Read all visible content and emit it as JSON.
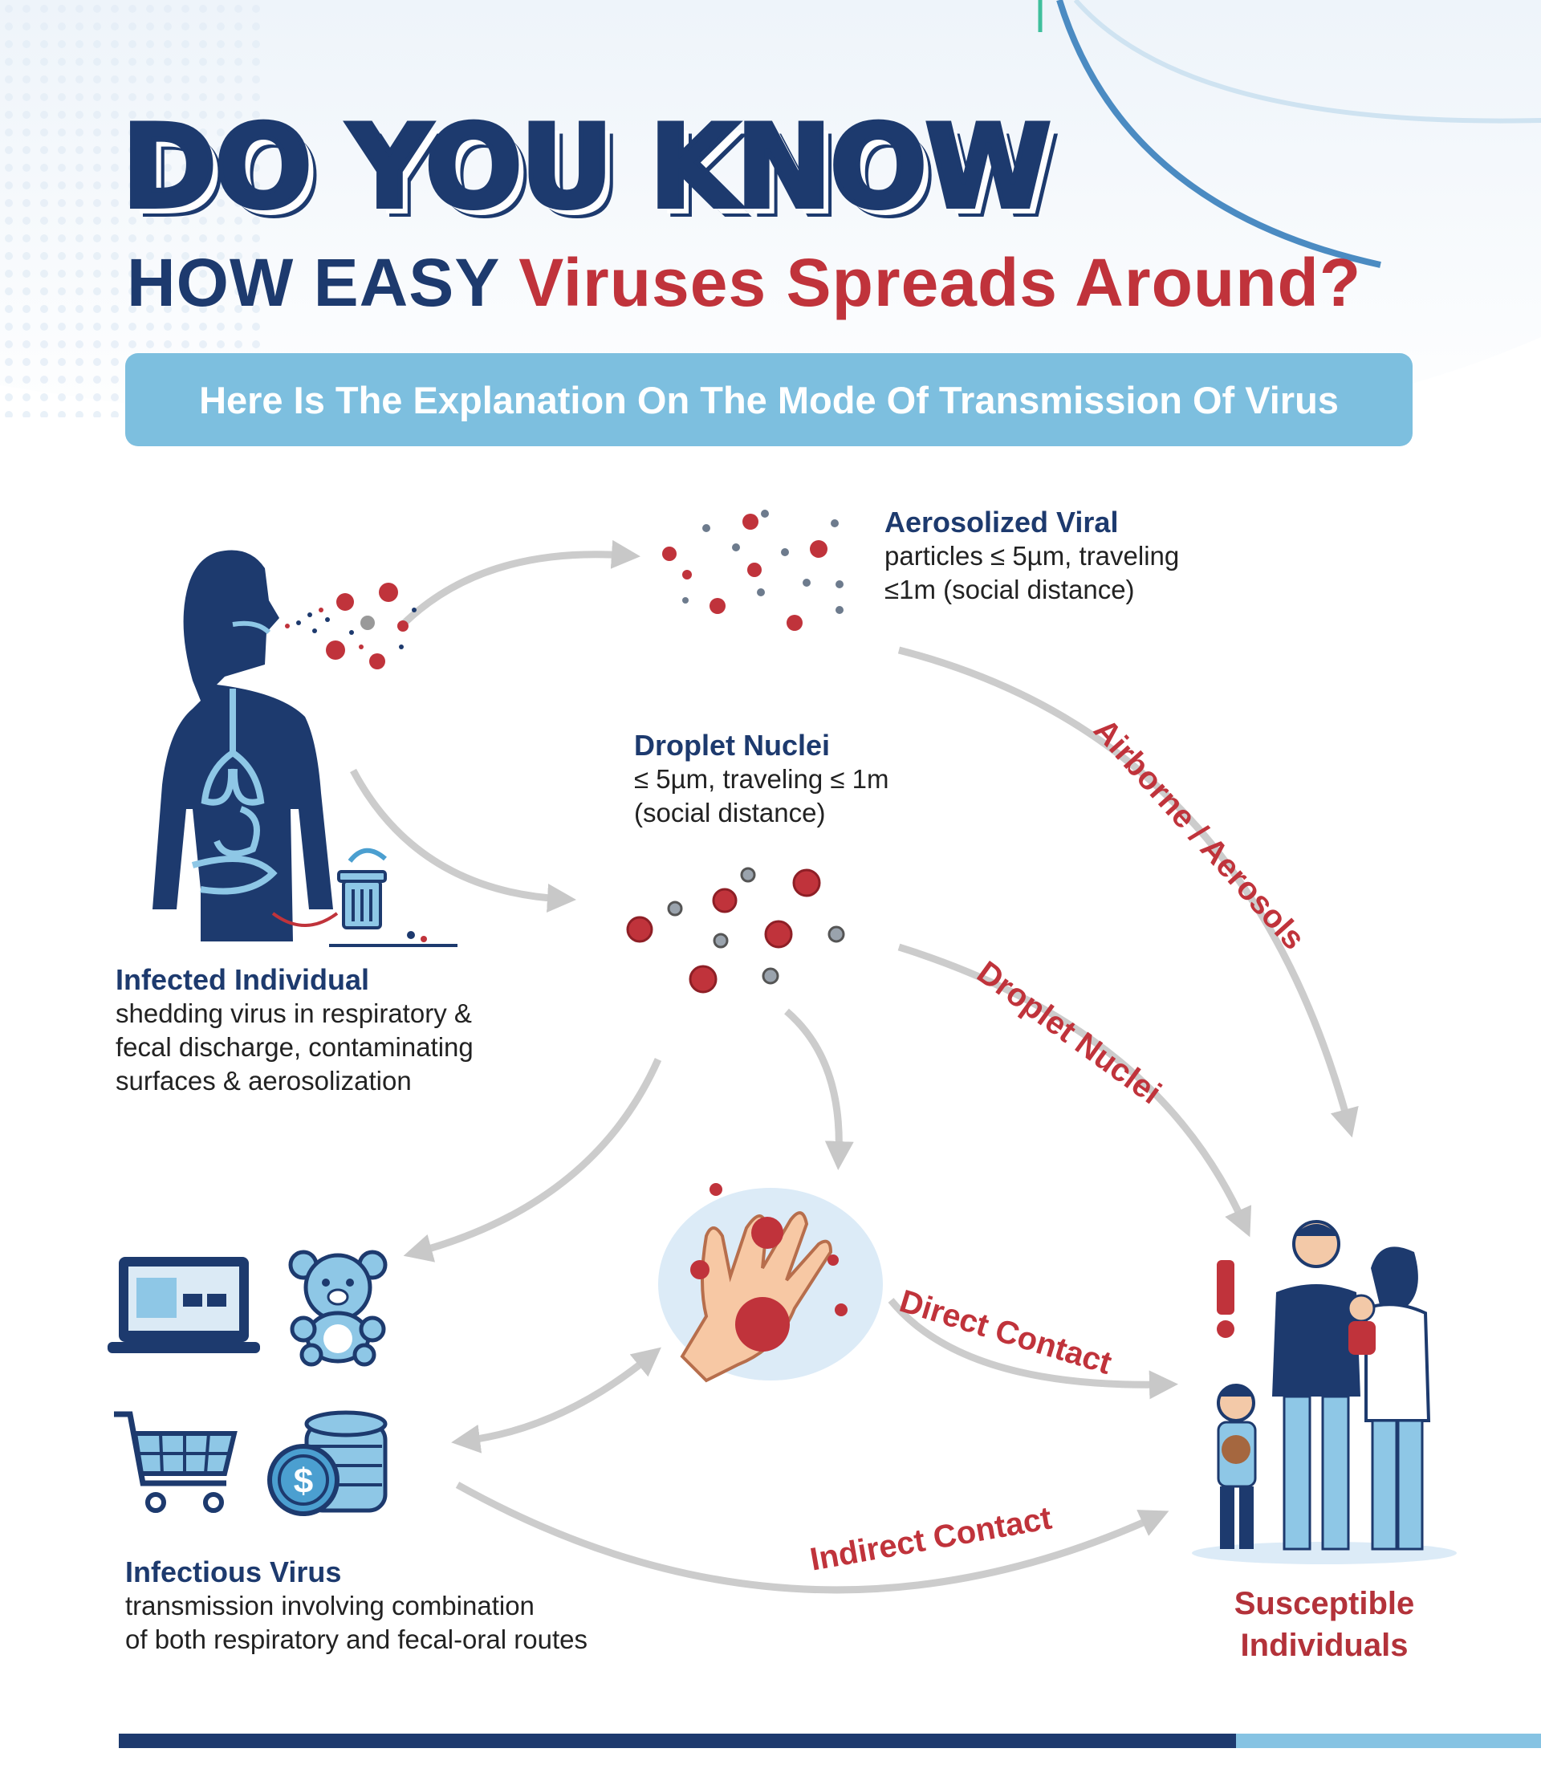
{
  "header": {
    "title_line1": "DO YOU KNOW",
    "title_line2_dark": "HOW EASY",
    "title_line2_red": "Viruses Spreads Around?",
    "banner": "Here Is The Explanation On The Mode Of Transmission Of Virus"
  },
  "sections": {
    "aerosolized": {
      "title": "Aerosolized Viral",
      "text": "particles ≤ 5µm, traveling\n≤1m (social distance)"
    },
    "droplet": {
      "title": "Droplet Nuclei",
      "text": "≤ 5µm, traveling ≤ 1m\n(social distance)"
    },
    "infected": {
      "title": "Infected Individual",
      "text": "shedding virus in respiratory &\nfecal discharge, contaminating\nsurfaces & aerosolization"
    },
    "infectious": {
      "title": "Infectious Virus",
      "text": "transmission involving combination\nof both respiratory and fecal-oral routes"
    },
    "susceptible": {
      "title": "Susceptible\nIndividuals"
    }
  },
  "routes": {
    "airborne": "Airborne / Aerosols",
    "droplet_nuclei": "Droplet Nuclei",
    "direct_contact": "Direct Contact",
    "indirect_contact": "Indirect Contact"
  },
  "colors": {
    "navy": "#1d3a6e",
    "red": "#c0333b",
    "light_blue": "#7dbfdf",
    "arrow_gray": "#c8c8c8"
  },
  "icons": [
    "human-body-icon",
    "virus-icon",
    "trash-can-icon",
    "laptop-icon",
    "teddy-bear-icon",
    "shopping-cart-icon",
    "coins-icon",
    "hand-icon",
    "family-icon",
    "exclamation-icon"
  ]
}
